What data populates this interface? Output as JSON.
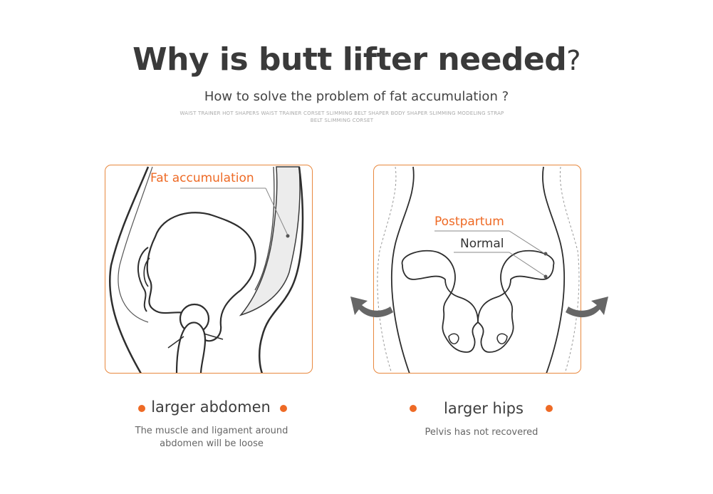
{
  "header": {
    "title": "Why is butt lifter needed",
    "title_mark": "?",
    "subtitle": "How to solve the problem of fat accumulation ?",
    "keywords": "WAIST TRAINER HOT SHAPERS WAIST TRAINER CORSET SLIMMING BELT SHAPER BODY SHAPER SLIMMING MODELING STRAP BELT SLIMMING CORSET"
  },
  "left_panel": {
    "label": "Fat accumulation",
    "caption": "larger abdomen",
    "description": "The muscle and ligament around abdomen will be loose"
  },
  "right_panel": {
    "label_postpartum": "Postpartum",
    "label_normal": "Normal",
    "caption": "larger hips",
    "description": "Pelvis has not recovered"
  },
  "colors": {
    "accent": "#ee6a25",
    "border": "#e8883e",
    "line": "#333333",
    "arrow": "#666666"
  }
}
